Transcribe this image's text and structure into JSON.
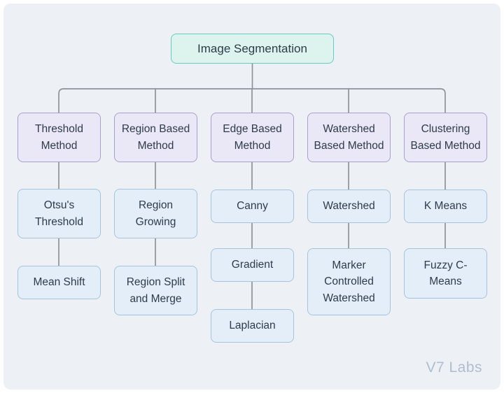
{
  "canvas": {
    "background": "#edf1f6",
    "watermark": "V7 Labs"
  },
  "colors": {
    "canvas_bg": "#edf1f6",
    "root_fill": "#ddf3ee",
    "root_border": "#67cbbf",
    "category_fill": "#eae7f6",
    "category_border": "#a89fd1",
    "leaf_fill": "#e4eef8",
    "leaf_border": "#a6c3de",
    "text": "#2e3b4b",
    "connector": "#8d929b",
    "watermark": "#b0bdd0"
  },
  "nodes": {
    "root": {
      "label": "Image Segmentation"
    },
    "threshold_method": {
      "label": "Threshold Method"
    },
    "region_based_method": {
      "label": "Region Based Method"
    },
    "edge_based_method": {
      "label": "Edge Based Method"
    },
    "watershed_based_method": {
      "label": "Watershed Based Method"
    },
    "clustering_based_method": {
      "label": "Clustering Based Method"
    },
    "otsus_threshold": {
      "label": "Otsu's Threshold"
    },
    "region_growing": {
      "label": "Region Growing"
    },
    "canny": {
      "label": "Canny"
    },
    "watershed": {
      "label": "Watershed"
    },
    "k_means": {
      "label": "K Means"
    },
    "mean_shift": {
      "label": "Mean Shift"
    },
    "region_split_and_merge": {
      "label": "Region Split and Merge"
    },
    "gradient": {
      "label": "Gradient"
    },
    "marker_controlled_watershed": {
      "label": "Marker Controlled Watershed"
    },
    "fuzzy_c_means": {
      "label": "Fuzzy C-Means"
    },
    "laplacian": {
      "label": "Laplacian"
    }
  },
  "hierarchy": {
    "root": "root",
    "edges": [
      [
        "root",
        "threshold_method"
      ],
      [
        "root",
        "region_based_method"
      ],
      [
        "root",
        "edge_based_method"
      ],
      [
        "root",
        "watershed_based_method"
      ],
      [
        "root",
        "clustering_based_method"
      ],
      [
        "threshold_method",
        "otsus_threshold"
      ],
      [
        "otsus_threshold",
        "mean_shift"
      ],
      [
        "region_based_method",
        "region_growing"
      ],
      [
        "region_growing",
        "region_split_and_merge"
      ],
      [
        "edge_based_method",
        "canny"
      ],
      [
        "canny",
        "gradient"
      ],
      [
        "gradient",
        "laplacian"
      ],
      [
        "watershed_based_method",
        "watershed"
      ],
      [
        "watershed",
        "marker_controlled_watershed"
      ],
      [
        "clustering_based_method",
        "k_means"
      ],
      [
        "k_means",
        "fuzzy_c_means"
      ]
    ]
  }
}
